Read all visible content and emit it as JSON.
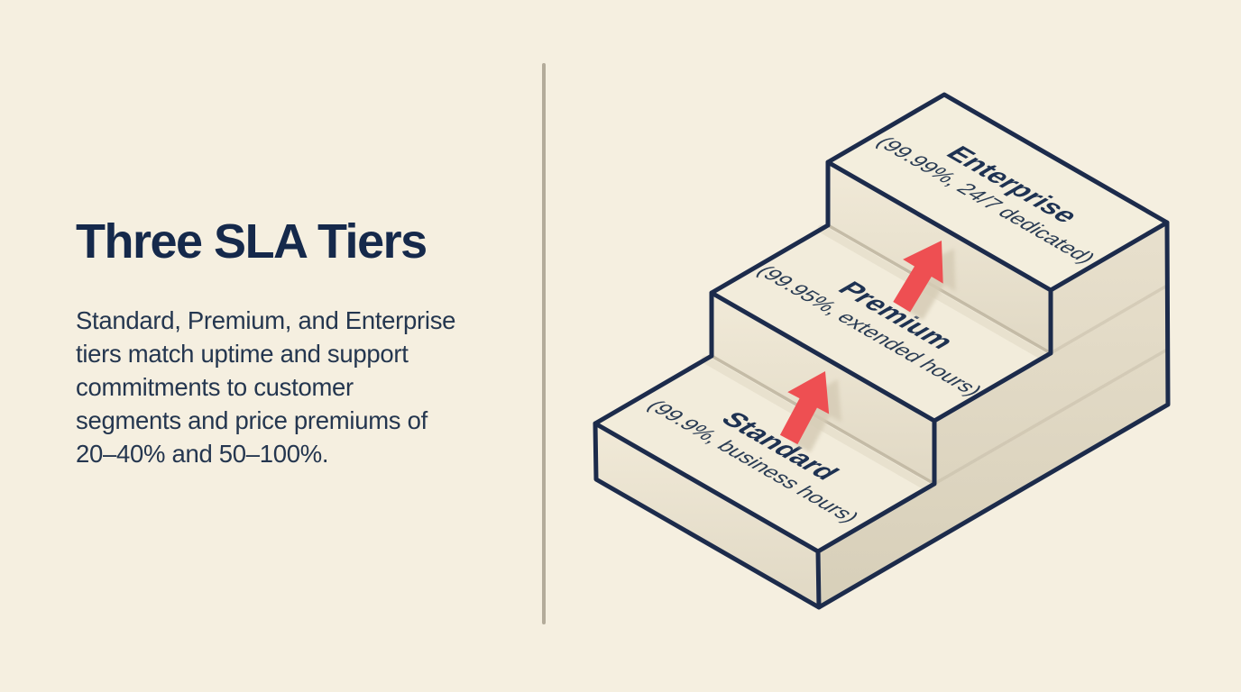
{
  "left_panel": {
    "title": "Three SLA Tiers",
    "description_lines": [
      "Standard, Premium, and Enterprise",
      "tiers match uptime and support",
      "commitments to customer",
      "segments and price premiums of",
      "20–40% and 50–100%."
    ]
  },
  "diagram": {
    "type": "isometric-staircase",
    "tiers": [
      {
        "name": "Standard",
        "detail": "(99.9%, business hours)"
      },
      {
        "name": "Premium",
        "detail": "(99.95%, extended hours)"
      },
      {
        "name": "Enterprise",
        "detail": "(99.99%, 24/7 dedicated)"
      }
    ],
    "colors": {
      "background": "#f5efe0",
      "outline_navy": "#1c2b4b",
      "tread_fill": "#f2ecdb",
      "arrow_red": "#ee4f52",
      "title_navy": "#15294b",
      "divider_gray": "#b3ab9a"
    }
  }
}
